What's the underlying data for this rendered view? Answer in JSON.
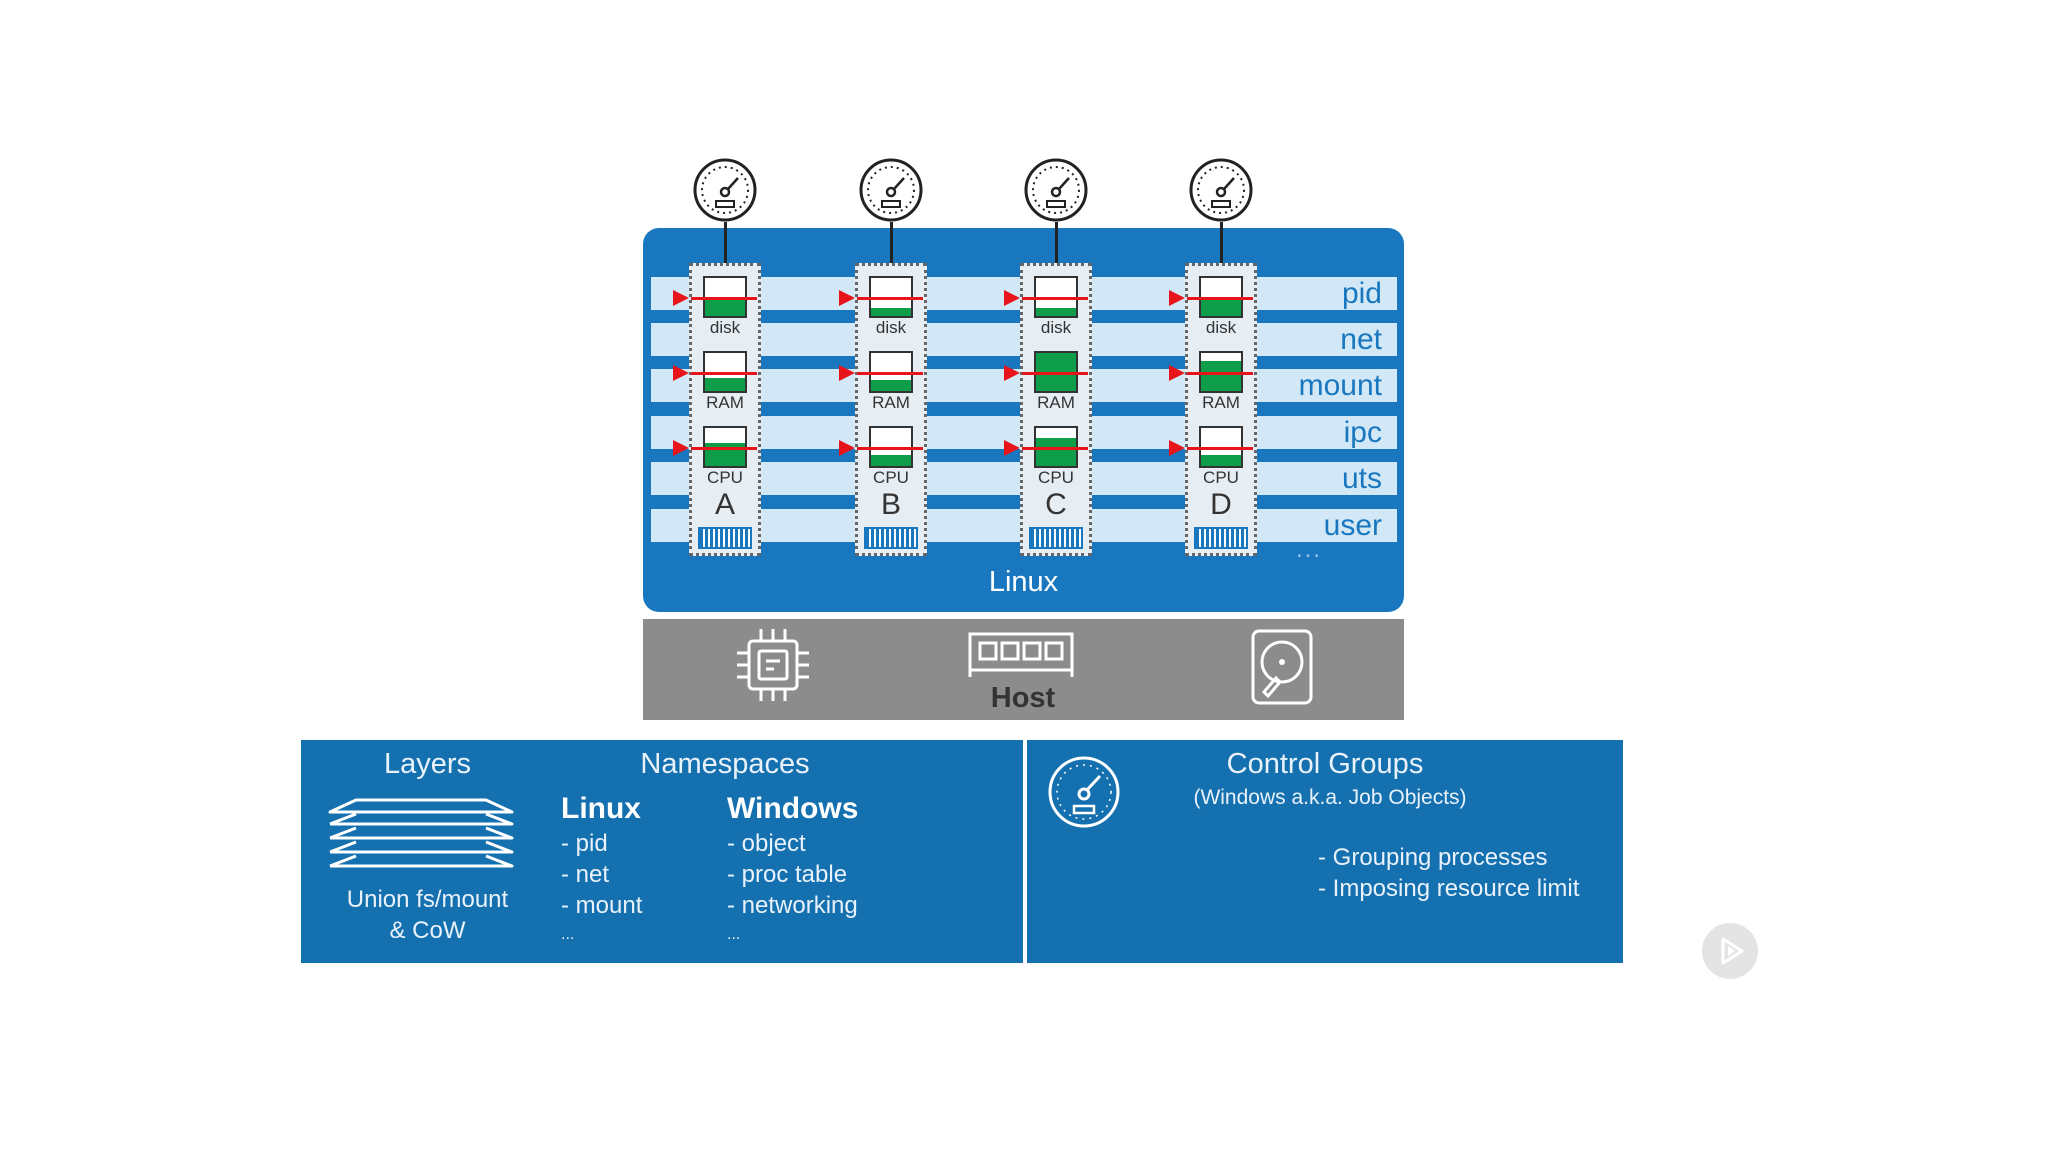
{
  "diagram": {
    "linux_label": "Linux",
    "host_label": "Host",
    "namespace_rows": [
      "pid",
      "net",
      "mount",
      "ipc",
      "uts",
      "user"
    ],
    "ellipsis": "...",
    "containers": [
      {
        "id": "A",
        "disk_label": "disk",
        "ram_label": "RAM",
        "cpu_label": "CPU",
        "disk_usage": 0.5,
        "ram_usage": 0.35,
        "cpu_usage": 0.6
      },
      {
        "id": "B",
        "disk_label": "disk",
        "ram_label": "RAM",
        "cpu_label": "CPU",
        "disk_usage": 0.2,
        "ram_usage": 0.3,
        "cpu_usage": 0.3
      },
      {
        "id": "C",
        "disk_label": "disk",
        "ram_label": "RAM",
        "cpu_label": "CPU",
        "disk_usage": 0.2,
        "ram_usage": 1.0,
        "cpu_usage": 0.75
      },
      {
        "id": "D",
        "disk_label": "disk",
        "ram_label": "RAM",
        "cpu_label": "CPU",
        "disk_usage": 0.45,
        "ram_usage": 0.8,
        "cpu_usage": 0.3
      }
    ],
    "colors": {
      "linux_blue": "#1877be",
      "band": "#d3e8f7",
      "fill_green": "#0e9e4a",
      "limit_red": "#e8141b",
      "host_gray": "#8c8c8c"
    },
    "host_icons": [
      "cpu-chip-icon",
      "ram-module-icon",
      "hard-disk-icon"
    ]
  },
  "panels": {
    "layers": {
      "title": "Layers",
      "line1": "Union fs/mount",
      "line2": "& CoW"
    },
    "namespaces": {
      "title": "Namespaces",
      "linux": {
        "title": "Linux",
        "items": [
          "- pid",
          "- net",
          "- mount",
          "..."
        ]
      },
      "windows": {
        "title": "Windows",
        "items": [
          "- object",
          "- proc table",
          "- networking",
          "..."
        ]
      }
    },
    "cgroups": {
      "title": "Control Groups",
      "subtitle": "(Windows a.k.a. Job Objects)",
      "items": [
        "- Grouping processes",
        "- Imposing resource limit"
      ]
    }
  }
}
